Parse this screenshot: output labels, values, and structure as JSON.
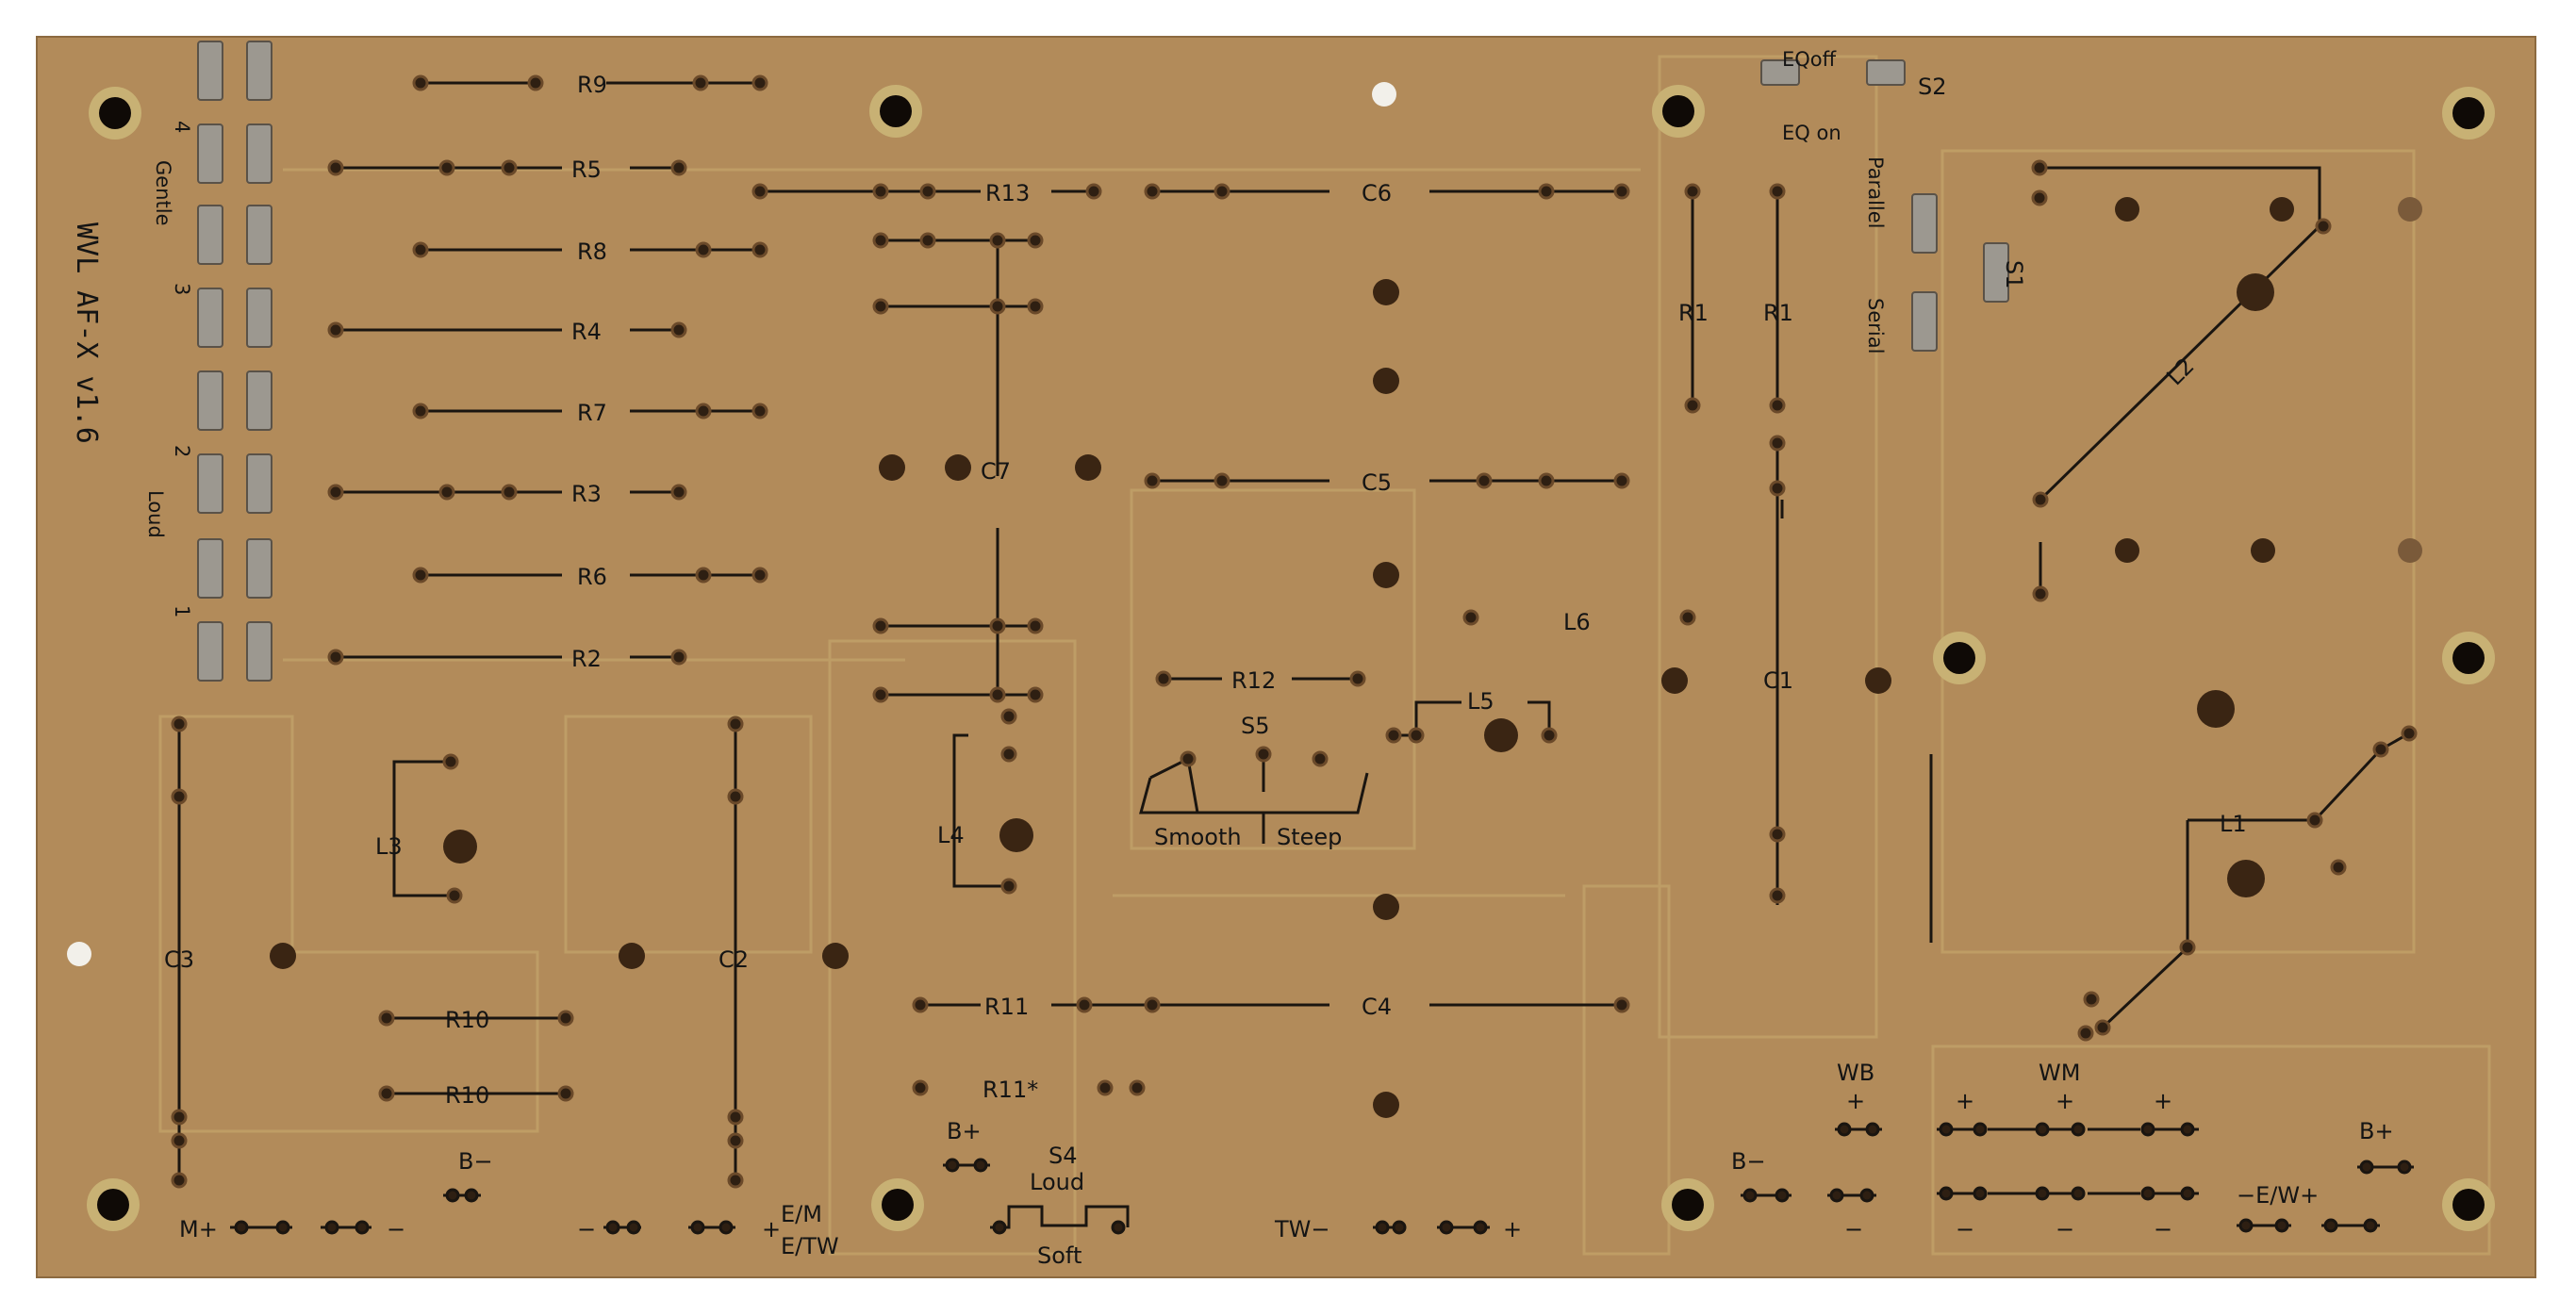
{
  "board": {
    "title": "WVL AF-X v1.6",
    "colors": {
      "substrate": "#b28b5a",
      "trace": "#1a1510",
      "pad": "#3a2a1a",
      "hole": "#2e1d10",
      "copper_tab": "#9c9890"
    }
  },
  "switch_bank": {
    "labels": {
      "gentle": "Gentle",
      "loud": "Loud",
      "n4": "4",
      "n3": "3",
      "n2": "2",
      "n1": "1"
    }
  },
  "resistors": {
    "r9": "R9",
    "r5": "R5",
    "r8": "R8",
    "r4": "R4",
    "r7": "R7",
    "r3": "R3",
    "r6": "R6",
    "r2": "R2",
    "r13": "R13",
    "r12": "R12",
    "r11": "R11",
    "r11b": "R11*",
    "r10a": "R10",
    "r10b": "R10",
    "r1a": "R1",
    "r1b": "R1"
  },
  "capacitors": {
    "c6": "C6",
    "c5": "C5",
    "c4": "C4",
    "c7": "C7",
    "c3": "C3",
    "c2": "C2",
    "c1": "C1"
  },
  "inductors": {
    "l1": "L1",
    "l2": "L2",
    "l3": "L3",
    "l4": "L4",
    "l5": "L5",
    "l6": "L6"
  },
  "switches": {
    "s1": "S1",
    "s2": "S2",
    "s4": "S4",
    "s5": "S5",
    "eq_off": "EQoff",
    "eq_on": "EQ on",
    "parallel": "Parallel",
    "serial": "Serial",
    "smooth": "Smooth",
    "steep": "Steep",
    "s4_loud": "Loud",
    "s4_soft": "Soft"
  },
  "terminals": {
    "m_plus": "M+",
    "minus_1": "−",
    "b_minus_left": "B−",
    "minus_2": "−",
    "plus_em": "+",
    "em": "E/M",
    "etw": "E/TW",
    "b_plus_mid": "B+",
    "tw_minus": "TW−",
    "plus_tw": "+",
    "b_minus_right": "B−",
    "minus_3": "−",
    "wb": "WB",
    "wb_plus": "+",
    "wm": "WM",
    "wm_plus1": "+",
    "wm_plus2": "+",
    "wm_plus3": "+",
    "minus_wm1": "−",
    "minus_wm2": "−",
    "minus_wm3": "−",
    "ew": "−E/W+",
    "b_plus_right": "B+"
  }
}
